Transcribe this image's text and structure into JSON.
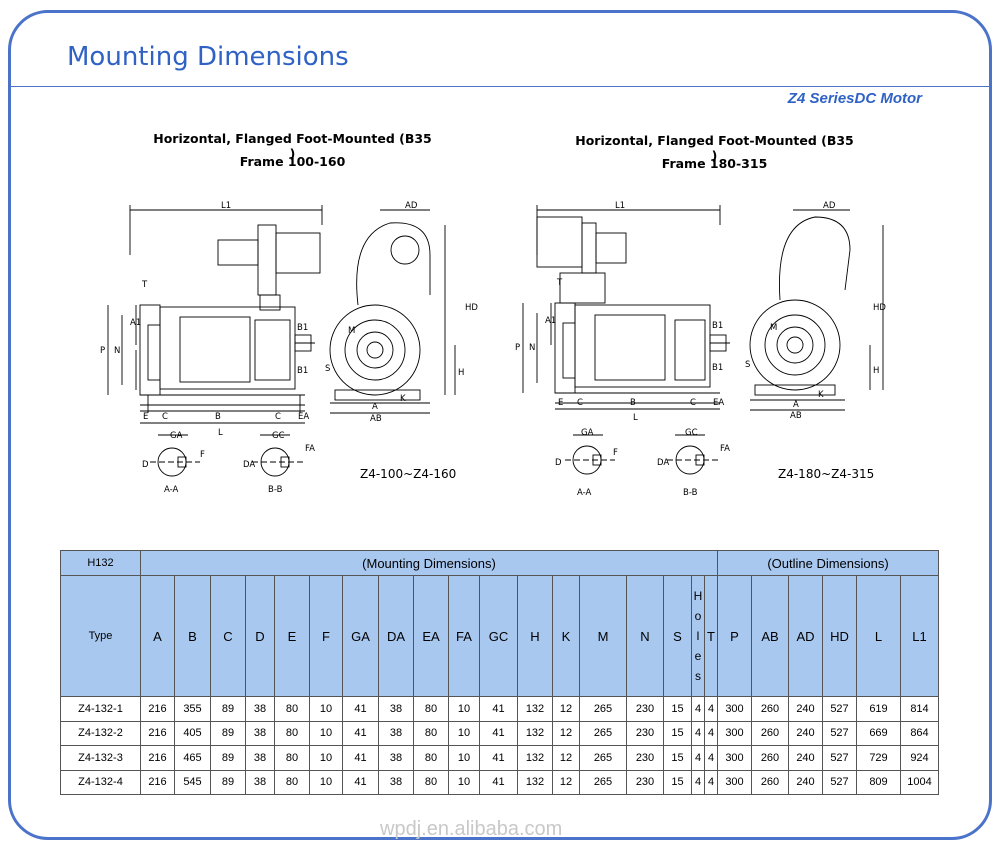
{
  "title": "Mounting Dimensions",
  "series": "Z4 SeriesDC Motor",
  "drawings": [
    {
      "caption": "Horizontal, Flanged Foot-Mounted (B35 )",
      "frame": "Frame 100-160",
      "model": "Z4-100~Z4-160"
    },
    {
      "caption": "Horizontal, Flanged Foot-Mounted (B35 )",
      "frame": "Frame 180-315",
      "model": "Z4-180~Z4-315"
    }
  ],
  "labels": {
    "L1": "L1",
    "AD": "AD",
    "HD": "HD",
    "P": "P",
    "N": "N",
    "A1": "A1",
    "B1": "B1",
    "E": "E",
    "C": "C",
    "B": "B",
    "EA": "EA",
    "A": "A",
    "AB": "AB",
    "H": "H",
    "M": "M",
    "S": "S",
    "K": "K",
    "T": "T",
    "L": "L",
    "GA": "GA",
    "GC": "GC",
    "F": "F",
    "FA": "FA",
    "D": "D",
    "DA": "DA",
    "AA": "A-A",
    "BB": "B-B"
  },
  "table": {
    "corner": "H132",
    "group_mounting": "(Mounting Dimensions)",
    "group_outline": "(Outline Dimensions)",
    "type_label": "Type",
    "columns": [
      "A",
      "B",
      "C",
      "D",
      "E",
      "F",
      "GA",
      "DA",
      "EA",
      "FA",
      "GC",
      "H",
      "K",
      "M",
      "N",
      "S",
      "Holes",
      "T",
      "P",
      "AB",
      "AD",
      "HD",
      "L",
      "L1"
    ],
    "holes_letters": [
      "H",
      "o",
      "l",
      "e",
      "s"
    ],
    "rows": [
      {
        "type": "Z4-132-1",
        "values": [
          "216",
          "355",
          "89",
          "38",
          "80",
          "10",
          "41",
          "38",
          "80",
          "10",
          "41",
          "132",
          "12",
          "265",
          "230",
          "15",
          "4",
          "4",
          "300",
          "260",
          "240",
          "527",
          "619",
          "814"
        ]
      },
      {
        "type": "Z4-132-2",
        "values": [
          "216",
          "405",
          "89",
          "38",
          "80",
          "10",
          "41",
          "38",
          "80",
          "10",
          "41",
          "132",
          "12",
          "265",
          "230",
          "15",
          "4",
          "4",
          "300",
          "260",
          "240",
          "527",
          "669",
          "864"
        ]
      },
      {
        "type": "Z4-132-3",
        "values": [
          "216",
          "465",
          "89",
          "38",
          "80",
          "10",
          "41",
          "38",
          "80",
          "10",
          "41",
          "132",
          "12",
          "265",
          "230",
          "15",
          "4",
          "4",
          "300",
          "260",
          "240",
          "527",
          "729",
          "924"
        ]
      },
      {
        "type": "Z4-132-4",
        "values": [
          "216",
          "545",
          "89",
          "38",
          "80",
          "10",
          "41",
          "38",
          "80",
          "10",
          "41",
          "132",
          "12",
          "265",
          "230",
          "15",
          "4",
          "4",
          "300",
          "260",
          "240",
          "527",
          "809",
          "1004"
        ]
      }
    ]
  },
  "watermark": "wpdj.en.alibaba.com",
  "colors": {
    "accent": "#2f62c4",
    "border": "#4a73c9",
    "header_fill": "#a8c8f0"
  }
}
